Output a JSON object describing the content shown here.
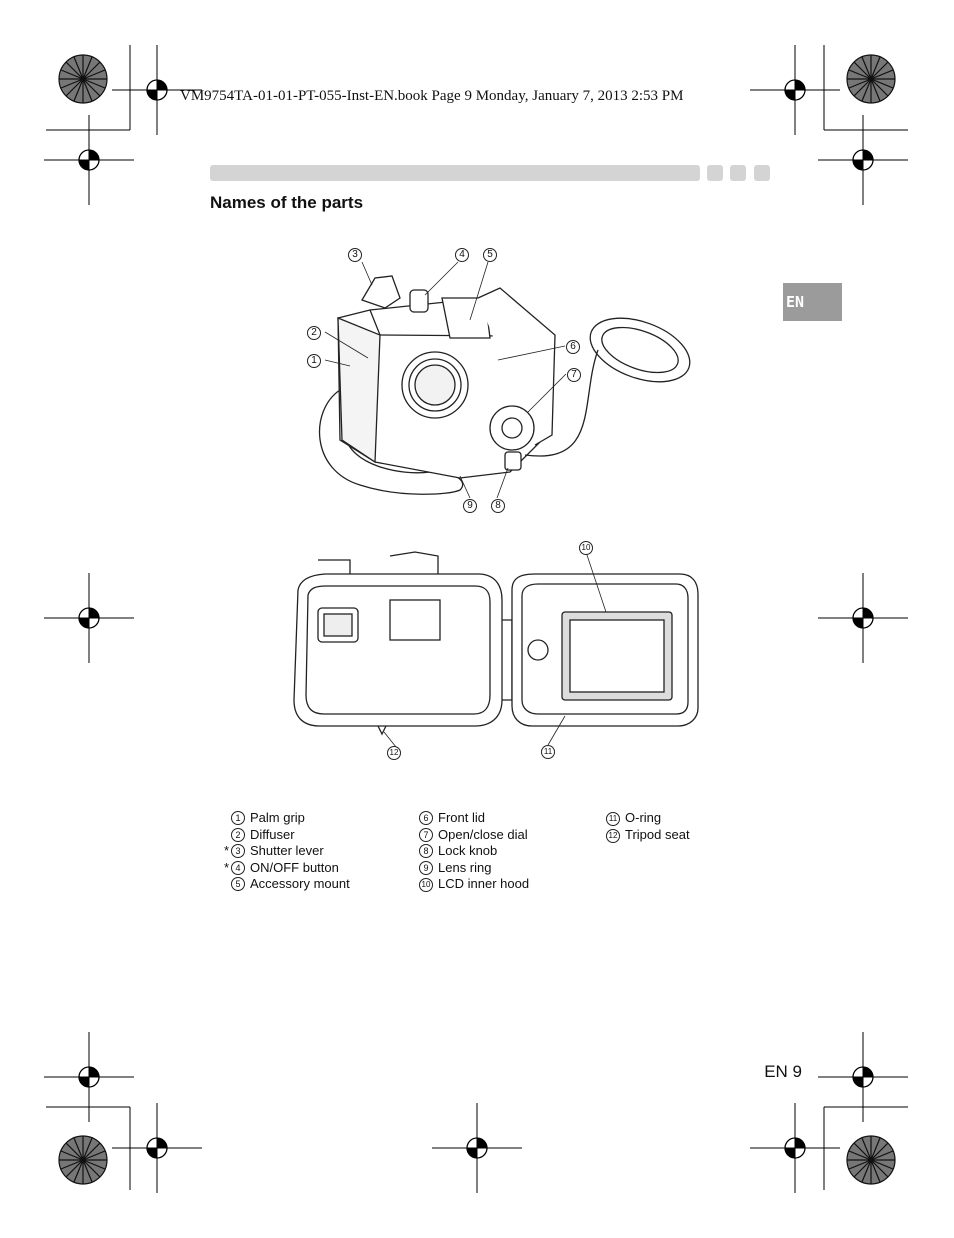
{
  "header": {
    "file_line": "VM9754TA-01-01-PT-055-Inst-EN.book  Page 9  Monday, January 7, 2013  2:53 PM"
  },
  "section": {
    "title": "Names of the parts",
    "language_tab": "EN"
  },
  "callouts": {
    "c1": "1",
    "c2": "2",
    "c3": "3",
    "c4": "4",
    "c5": "5",
    "c6": "6",
    "c7": "7",
    "c8": "8",
    "c9": "9",
    "c10": "10",
    "c11": "11",
    "c12": "12"
  },
  "parts": {
    "col1": [
      {
        "num": "1",
        "star": "",
        "label": "Palm grip"
      },
      {
        "num": "2",
        "star": "",
        "label": "Diffuser"
      },
      {
        "num": "3",
        "star": "*",
        "label": "Shutter lever"
      },
      {
        "num": "4",
        "star": "*",
        "label": "ON/OFF button"
      },
      {
        "num": "5",
        "star": "",
        "label": "Accessory mount"
      }
    ],
    "col2": [
      {
        "num": "6",
        "label": "Front lid"
      },
      {
        "num": "7",
        "label": "Open/close dial"
      },
      {
        "num": "8",
        "label": "Lock knob"
      },
      {
        "num": "9",
        "label": "Lens ring"
      },
      {
        "num": "10",
        "label": "LCD inner hood"
      }
    ],
    "col3": [
      {
        "num": "11",
        "label": "O-ring"
      },
      {
        "num": "12",
        "label": "Tripod seat"
      }
    ]
  },
  "footer": {
    "page_number": "EN 9"
  }
}
